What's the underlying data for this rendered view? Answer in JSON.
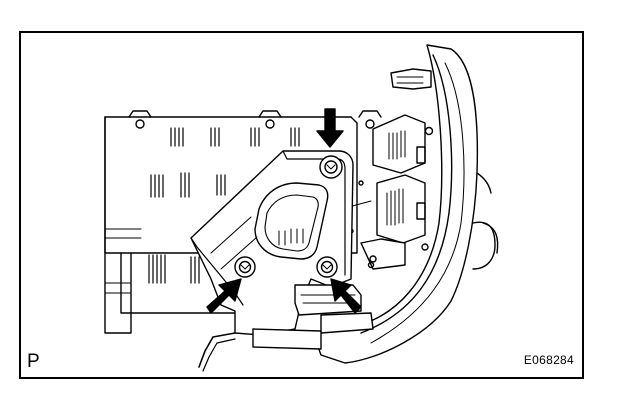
{
  "figure": {
    "view_label": "P",
    "figure_code": "E068284"
  },
  "callouts": [
    {
      "name": "arrow-top-screw",
      "icon": "arrow-down-icon"
    },
    {
      "name": "arrow-lower-left-screw",
      "icon": "arrow-up-right-icon"
    },
    {
      "name": "arrow-lower-right-screw",
      "icon": "arrow-up-left-icon"
    }
  ],
  "colors": {
    "line": "#000000",
    "background": "#ffffff"
  }
}
